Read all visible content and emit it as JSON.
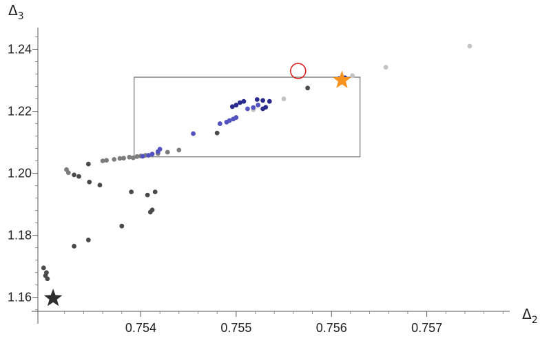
{
  "chart_data": {
    "type": "scatter",
    "title": "",
    "xlabel": "Δ",
    "xlabel_sub": "2",
    "ylabel": "Δ",
    "ylabel_sub": "3",
    "xlim": [
      0.75292,
      0.75787
    ],
    "ylim": [
      1.1555,
      1.247
    ],
    "x_ticks": [
      0.754,
      0.755,
      0.756,
      0.757
    ],
    "x_tick_labels": [
      "0.754",
      "0.755",
      "0.756",
      "0.757"
    ],
    "y_ticks": [
      1.16,
      1.18,
      1.2,
      1.22,
      1.24
    ],
    "y_tick_labels": [
      "1.16",
      "1.18",
      "1.20",
      "1.22",
      "1.24"
    ],
    "grid": false,
    "frame_box": {
      "x": [
        0.75393,
        0.7563
      ],
      "y": [
        1.2053,
        1.231
      ]
    },
    "colors": {
      "dark": "#4a4a4a",
      "gray": "#7c7c7c",
      "light": "#c4c4c4",
      "blue": "#5252c0",
      "navy": "#2a2a8e",
      "star_orange": "#f7931e",
      "circle_red": "#e02020",
      "star_dark": "#2e2e2e",
      "box": "#555555"
    },
    "series": [
      {
        "color": "dark",
        "points": [
          [
            0.75298,
            1.1695
          ],
          [
            0.75301,
            1.168
          ],
          [
            0.753,
            1.167
          ],
          [
            0.75302,
            1.166
          ],
          [
            0.7533,
            1.1765
          ],
          [
            0.75345,
            1.1785
          ],
          [
            0.7538,
            1.183
          ],
          [
            0.7541,
            1.1875
          ],
          [
            0.75412,
            1.1882
          ],
          [
            0.75407,
            1.193
          ],
          [
            0.75415,
            1.194
          ],
          [
            0.7539,
            1.194
          ],
          [
            0.75357,
            1.1962
          ],
          [
            0.75346,
            1.1972
          ],
          [
            0.7533,
            1.1995
          ],
          [
            0.75335,
            1.199
          ],
          [
            0.75345,
            1.203
          ],
          [
            0.7548,
            1.213
          ],
          [
            0.75575,
            1.2275
          ],
          [
            0.7561,
            1.23
          ]
        ]
      },
      {
        "color": "gray",
        "points": [
          [
            0.75322,
            1.2012
          ],
          [
            0.75324,
            1.2002
          ],
          [
            0.7536,
            1.204
          ],
          [
            0.75364,
            1.2042
          ],
          [
            0.75372,
            1.2045
          ],
          [
            0.75378,
            1.2048
          ],
          [
            0.75382,
            1.2049
          ],
          [
            0.75388,
            1.2052
          ],
          [
            0.75392,
            1.205
          ],
          [
            0.75396,
            1.2054
          ],
          [
            0.754,
            1.2056
          ],
          [
            0.75405,
            1.2058
          ],
          [
            0.75418,
            1.2064
          ],
          [
            0.75428,
            1.2068
          ],
          [
            0.7544,
            1.2075
          ]
        ]
      },
      {
        "color": "light",
        "points": [
          [
            0.75518,
            1.2205
          ],
          [
            0.7555,
            1.224
          ],
          [
            0.75622,
            1.2315
          ],
          [
            0.75657,
            1.2342
          ],
          [
            0.75745,
            1.241
          ]
        ]
      },
      {
        "color": "blue",
        "points": [
          [
            0.75402,
            1.2055
          ],
          [
            0.75408,
            1.2058
          ],
          [
            0.75412,
            1.2062
          ],
          [
            0.75418,
            1.207
          ],
          [
            0.7542,
            1.2078
          ],
          [
            0.75455,
            1.2128
          ],
          [
            0.75483,
            1.216
          ],
          [
            0.7549,
            1.2165
          ],
          [
            0.75493,
            1.217
          ],
          [
            0.75497,
            1.2175
          ],
          [
            0.755,
            1.218
          ],
          [
            0.75512,
            1.2208
          ],
          [
            0.75518,
            1.2212
          ],
          [
            0.75523,
            1.222
          ]
        ]
      },
      {
        "color": "navy",
        "points": [
          [
            0.75496,
            1.2215
          ],
          [
            0.755,
            1.222
          ],
          [
            0.75504,
            1.2228
          ],
          [
            0.75508,
            1.2232
          ],
          [
            0.75522,
            1.2238
          ],
          [
            0.75528,
            1.2235
          ],
          [
            0.75535,
            1.2232
          ],
          [
            0.75528,
            1.2208
          ],
          [
            0.75531,
            1.2213
          ],
          [
            0.75608,
            1.2305
          ],
          [
            0.75614,
            1.2308
          ]
        ]
      }
    ],
    "markers": [
      {
        "kind": "star",
        "color": "star_dark",
        "x": 0.75308,
        "y": 1.1597
      },
      {
        "kind": "star",
        "color": "star_orange",
        "x": 0.75611,
        "y": 1.23
      },
      {
        "kind": "open-circle",
        "color": "circle_red",
        "x": 0.75565,
        "y": 1.233
      }
    ]
  }
}
